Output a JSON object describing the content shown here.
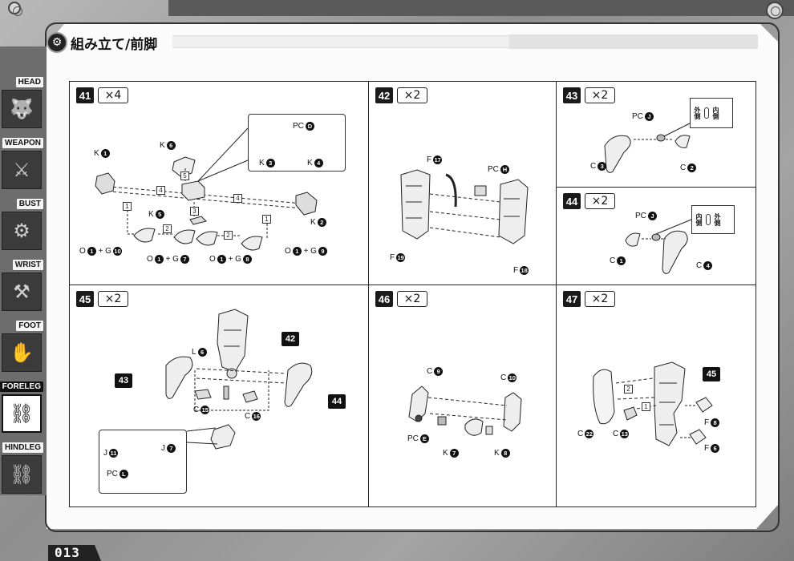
{
  "title": {
    "icon": "gear-icon",
    "text": "組み立て/前脚"
  },
  "sidenav": [
    {
      "label": "HEAD",
      "icon": "head-icon",
      "active": false
    },
    {
      "label": "WEAPON",
      "icon": "weapon-icon",
      "active": false
    },
    {
      "label": "BUST",
      "icon": "bust-icon",
      "active": false
    },
    {
      "label": "WRIST",
      "icon": "wrist-icon",
      "active": false
    },
    {
      "label": "FOOT",
      "icon": "foot-icon",
      "active": false
    },
    {
      "label": "FORELEG",
      "icon": "foreleg-icon",
      "active": true
    },
    {
      "label": "HINDLEG",
      "icon": "hindleg-icon",
      "active": false
    }
  ],
  "page_number": "013",
  "steps": {
    "s41": {
      "num": "41",
      "mult": "×4",
      "labels": {
        "k1": "K",
        "k1b": "1",
        "k6": "K",
        "k6b": "6",
        "k5": "K",
        "k5b": "5",
        "k2": "K",
        "k2b": "2",
        "pcd": "PC",
        "pcdb": "D",
        "k3": "K",
        "k3b": "3",
        "k4": "K",
        "k4b": "4",
        "o1a": "O",
        "o1ab": "1",
        "g10": "+ G",
        "g10b": "10",
        "o1b": "O",
        "o1bb": "1",
        "g7": "+ G",
        "g7b": "7",
        "o1c": "O",
        "o1cb": "1",
        "g8": "+ G",
        "g8b": "8",
        "o1d": "O",
        "o1db": "1",
        "g9": "+ G",
        "g9b": "9"
      },
      "nums": [
        "4",
        "4",
        "4",
        "5",
        "3",
        "1",
        "2",
        "2",
        "1"
      ]
    },
    "s42": {
      "num": "42",
      "mult": "×2",
      "labels": {
        "f17": "F",
        "f17b": "17",
        "pch": "PC",
        "pchb": "H",
        "f19": "F",
        "f19b": "19",
        "f18": "F",
        "f18b": "18"
      }
    },
    "s43": {
      "num": "43",
      "mult": "×2",
      "labels": {
        "pcj": "PC",
        "pcjb": "J",
        "c3": "C",
        "c3b": "3",
        "c2": "C",
        "c2b": "2"
      },
      "inout": [
        "外側",
        "内側"
      ]
    },
    "s44": {
      "num": "44",
      "mult": "×2",
      "labels": {
        "pcj": "PC",
        "pcjb": "J",
        "c1": "C",
        "c1b": "1",
        "c4": "C",
        "c4b": "4"
      },
      "inout": [
        "内側",
        "外側"
      ]
    },
    "s45": {
      "num": "45",
      "mult": "×2",
      "labels": {
        "l6": "L",
        "l6b": "6",
        "c15": "C",
        "c15b": "15",
        "c16": "C",
        "c16b": "16",
        "j11": "J",
        "j11b": "11",
        "j7": "J",
        "j7b": "7",
        "pcl": "PC",
        "pclb": "L"
      },
      "refs": [
        "42",
        "43",
        "44"
      ]
    },
    "s46": {
      "num": "46",
      "mult": "×2",
      "labels": {
        "c9": "C",
        "c9b": "9",
        "c10": "C",
        "c10b": "10",
        "pce": "PC",
        "pceb": "E",
        "k7": "K",
        "k7b": "7",
        "k8": "K",
        "k8b": "8"
      }
    },
    "s47": {
      "num": "47",
      "mult": "×2",
      "labels": {
        "c22": "C",
        "c22b": "22",
        "c13": "C",
        "c13b": "13",
        "f8": "F",
        "f8b": "8",
        "f6": "F",
        "f6b": "6"
      },
      "refs": [
        "45"
      ],
      "nums": [
        "2",
        "1"
      ]
    }
  },
  "colors": {
    "ink": "#111111",
    "frame": "#8a8a8a",
    "nav": "#6d6d6d",
    "paper": "#fbfbfb"
  }
}
